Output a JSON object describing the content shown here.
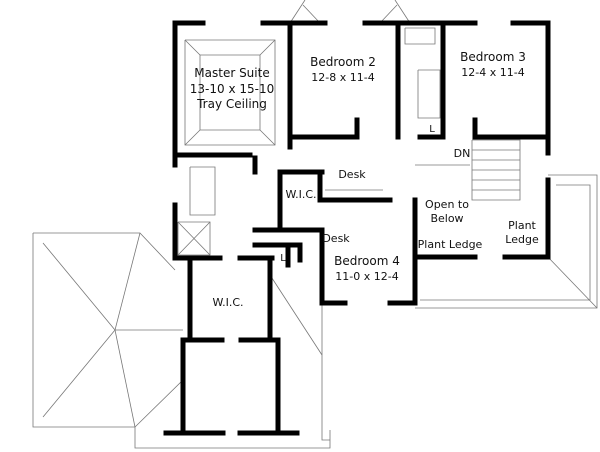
{
  "rooms": [
    {
      "name": "Master Suite",
      "size": "13-10 x 15-10",
      "note": "Tray Ceiling"
    },
    {
      "name": "Bedroom 2",
      "size": "12-8 x 11-4"
    },
    {
      "name": "Bedroom 3",
      "size": "12-4 x 11-4"
    },
    {
      "name": "Bedroom 4",
      "size": "11-0 x 12-4"
    }
  ],
  "labels": {
    "wic_upper": "W.I.C.",
    "wic_lower": "W.I.C.",
    "desk_hall": "Desk",
    "desk_bed4": "Desk",
    "open_below": "Open to",
    "open_below2": "Below",
    "plant_ledge_1": "Plant Ledge",
    "plant_ledge_2a": "Plant",
    "plant_ledge_2b": "Ledge",
    "stairs_down": "DN",
    "linen_1": "L",
    "linen_2": "L"
  }
}
